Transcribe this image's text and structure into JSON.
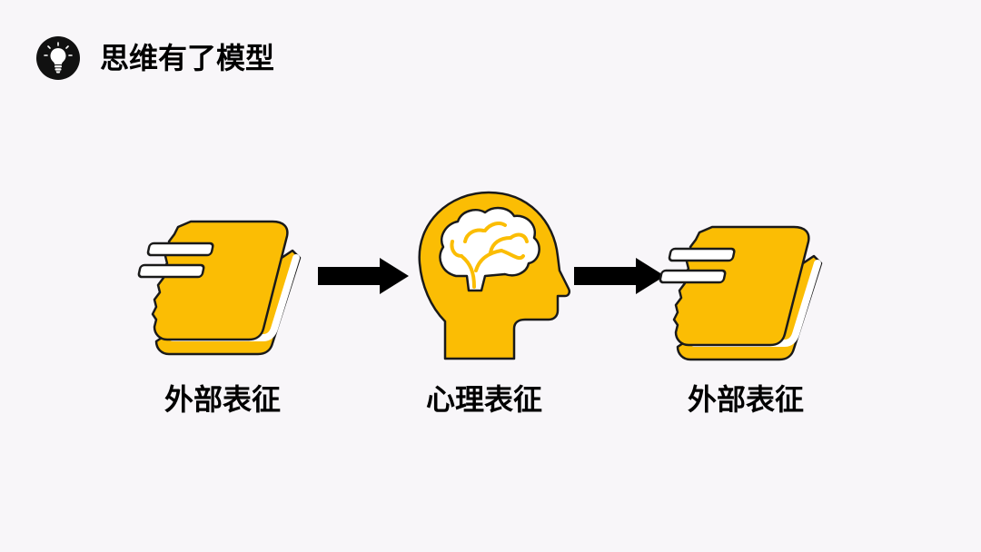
{
  "header": {
    "title": "思维有了模型",
    "icon": "lightbulb-icon"
  },
  "diagram": {
    "steps": [
      {
        "label": "外部表征",
        "icon": "book-icon"
      },
      {
        "label": "心理表征",
        "icon": "head-brain-icon"
      },
      {
        "label": "外部表征",
        "icon": "book-icon"
      }
    ],
    "connectors": [
      "arrow-right-icon",
      "arrow-right-icon"
    ]
  },
  "colors": {
    "accent": "#fbbd04",
    "outline": "#1a1a1a",
    "background": "#f8f6f9",
    "text": "#000000"
  }
}
